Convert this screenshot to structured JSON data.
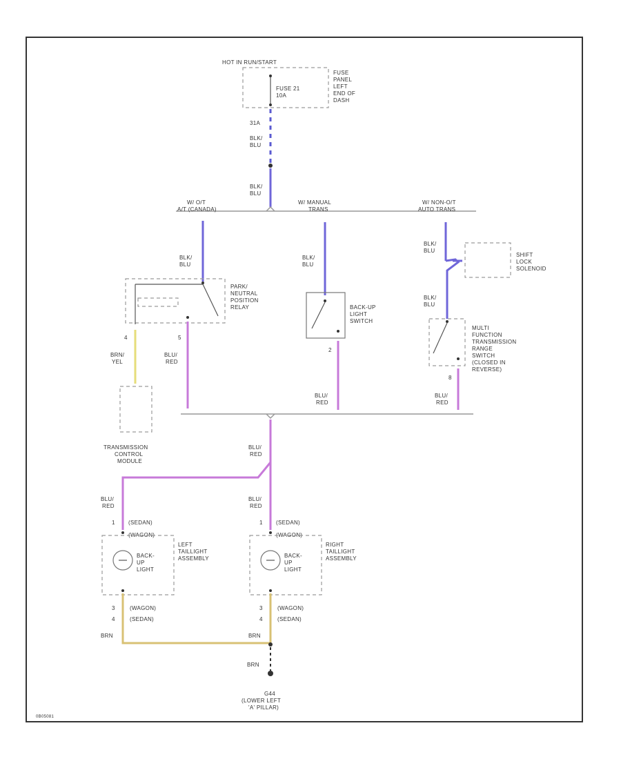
{
  "hot_label": "HOT IN RUN/START",
  "fuse": {
    "name": "FUSE 21",
    "rating": "10A",
    "location": [
      "FUSE",
      "PANEL",
      "LEFT",
      "END OF",
      "DASH"
    ],
    "pin": "31A"
  },
  "wires": {
    "blk_blu_top": [
      "BLK/",
      "BLU"
    ],
    "blk_blu_mid": [
      "BLK/",
      "BLU"
    ],
    "left_blu": [
      "BLK/",
      "BLU"
    ],
    "center_blu": [
      "BLK/",
      "BLU"
    ],
    "right_blu_top": [
      "BLK/",
      "BLU"
    ],
    "right_blu_mid": [
      "BLK/",
      "BLU"
    ],
    "brn_yel": [
      "BRN/",
      "YEL"
    ],
    "left_blu_red": [
      "BLU/",
      "RED"
    ],
    "center_blu_red": [
      "BLU/",
      "RED"
    ],
    "right_blu_red": [
      "BLU/",
      "RED"
    ],
    "bus_blu_red": [
      "BLU/",
      "RED"
    ],
    "tcm_blu_red": [
      "BLU/",
      "RED"
    ],
    "rtail_blu_red": [
      "BLU/",
      "RED"
    ],
    "brn_left": "BRN",
    "brn_right": "BRN",
    "brn_ground": "BRN"
  },
  "variants": {
    "left": [
      "W/ O/T",
      "A/T (CANADA)"
    ],
    "center": [
      "W/ MANUAL",
      "TRANS"
    ],
    "right": [
      "W/ NON-O/T",
      "AUTO TRANS"
    ]
  },
  "components": {
    "relay": [
      "PARK/",
      "NEUTRAL",
      "POSITION",
      "RELAY"
    ],
    "relay_pins": {
      "pin_a": "4",
      "pin_b": "5"
    },
    "backup_switch": [
      "BACK-UP",
      "LIGHT",
      "SWITCH"
    ],
    "backup_switch_pin": "2",
    "solenoid": [
      "SHIFT",
      "LOCK",
      "SOLENOID"
    ],
    "mf_switch": [
      "MULTI",
      "FUNCTION",
      "TRANSMISSION",
      "RANGE",
      "SWITCH",
      "(CLOSED IN",
      "REVERSE)"
    ],
    "mf_switch_pin": "8",
    "tcm": [
      "TRANSMISSION",
      "CONTROL",
      "MODULE"
    ],
    "left_tail": [
      "LEFT",
      "TAILLIGHT",
      "ASSEMBLY"
    ],
    "right_tail": [
      "RIGHT",
      "TAILLIGHT",
      "ASSEMBLY"
    ],
    "lamp": [
      "BACK-",
      "UP",
      "LIGHT"
    ]
  },
  "lamp_pins": {
    "top_pin": "1",
    "top_sedan": "(SEDAN)",
    "top_wagon": "(WAGON)",
    "bottom_pin_wagon": "3",
    "bottom_pin_sedan": "4",
    "bottom_wagon": "(WAGON)",
    "bottom_sedan": "(SEDAN)"
  },
  "ground": {
    "name": "G44",
    "location": [
      "(LOWER LEFT",
      "'A' PILLAR)"
    ]
  },
  "footer_code": "0B05081"
}
